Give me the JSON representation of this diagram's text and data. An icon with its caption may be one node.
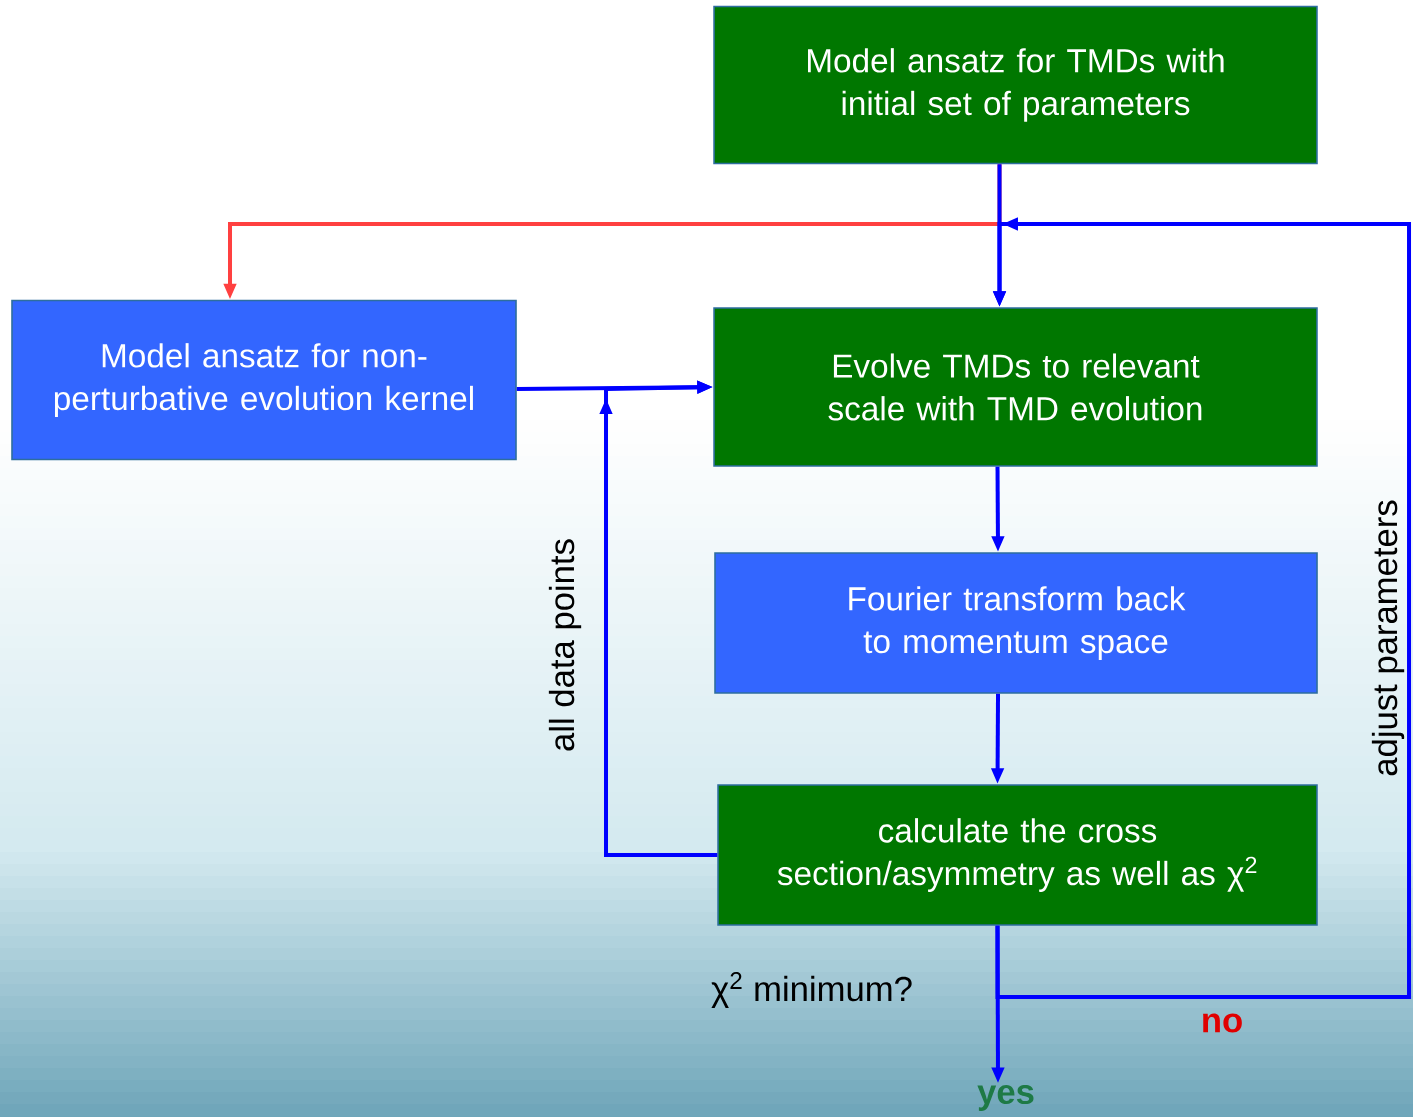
{
  "diagram": {
    "nodes": [
      {
        "text": [
          "Model ansatz for TMDs with initial set of parameters"
        ]
      },
      {
        "text": [
          "Model ansatz for non-perturbative evolution kernel"
        ]
      },
      {
        "text": [
          "Evolve TMDs to relevant scale with TMD evolution"
        ]
      },
      {
        "text": [
          "Fourier transform back to momentum space"
        ]
      },
      {
        "text": [
          "calculate the cross section/asymmetry as well as χ$^{2}$"
        ]
      },
      {
        "text": [
          "yes"
        ]
      }
    ],
    "edges": [
      {
        "from": 0,
        "to": 1,
        "arrow": "to",
        "color": "#ff4040"
      },
      {
        "from": 0,
        "to": 2,
        "arrow": "to"
      },
      {
        "from": 1,
        "to": 2,
        "arrow": "to"
      },
      {
        "from": 2,
        "to": 3,
        "arrow": "to"
      },
      {
        "from": 3,
        "to": 4,
        "arrow": "to"
      },
      {
        "from": 4,
        "to": 2,
        "arrow": "to",
        "label": "all data points"
      },
      {
        "from": 4,
        "to": 5,
        "arrow": "to",
        "label": "χ$^{2}$ minimum?"
      },
      {
        "from": 4,
        "to": 2,
        "arrow": "to",
        "label": "no"
      }
    ],
    "labels": [
      "adjust parameters"
    ]
  }
}
